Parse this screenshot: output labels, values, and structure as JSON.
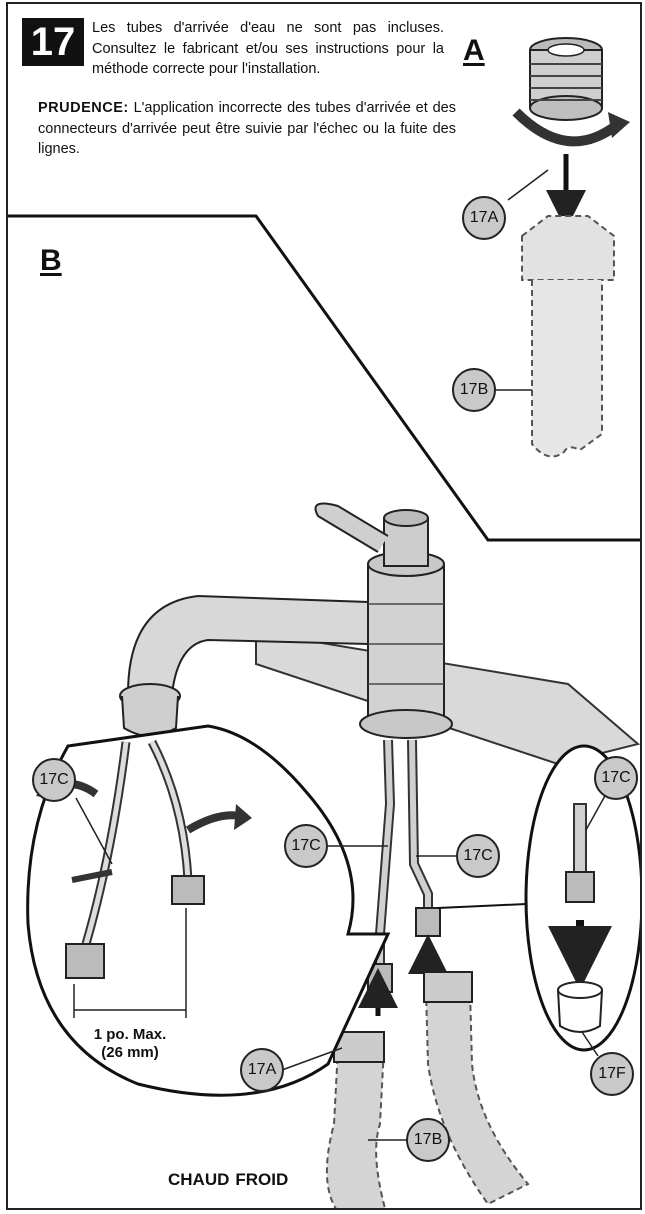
{
  "step": {
    "number": "17",
    "text_line1": "Les tubes d'arrivée d'eau ne sont pas incluses. Consultez le fabricant et/ou ses instructions pour la méthode correcte pour l'installation.",
    "caution_label": "PRUDENCE:",
    "caution_text": "L'application incorrecte des tubes d'arrivée et des connecteurs d'arrivée peut être suivie par l'échec ou la fuite des lignes."
  },
  "sections": {
    "a": "A",
    "b": "B"
  },
  "callouts": {
    "a_17A": "17A",
    "a_17B": "17B",
    "left_17C": "17C",
    "mid_17C_left": "17C",
    "mid_17C_right": "17C",
    "right_17C": "17C",
    "b_17A": "17A",
    "b_17B": "17B",
    "right_17F": "17F"
  },
  "dimension": {
    "line1": "1 po. Max.",
    "line2": "(26 mm)"
  },
  "labels": {
    "hot": "CHAUD",
    "cold": "FROID"
  },
  "colors": {
    "callout_fill": "#c9c9c9",
    "part_fill": "#d4d4d4",
    "ink": "#222222"
  }
}
